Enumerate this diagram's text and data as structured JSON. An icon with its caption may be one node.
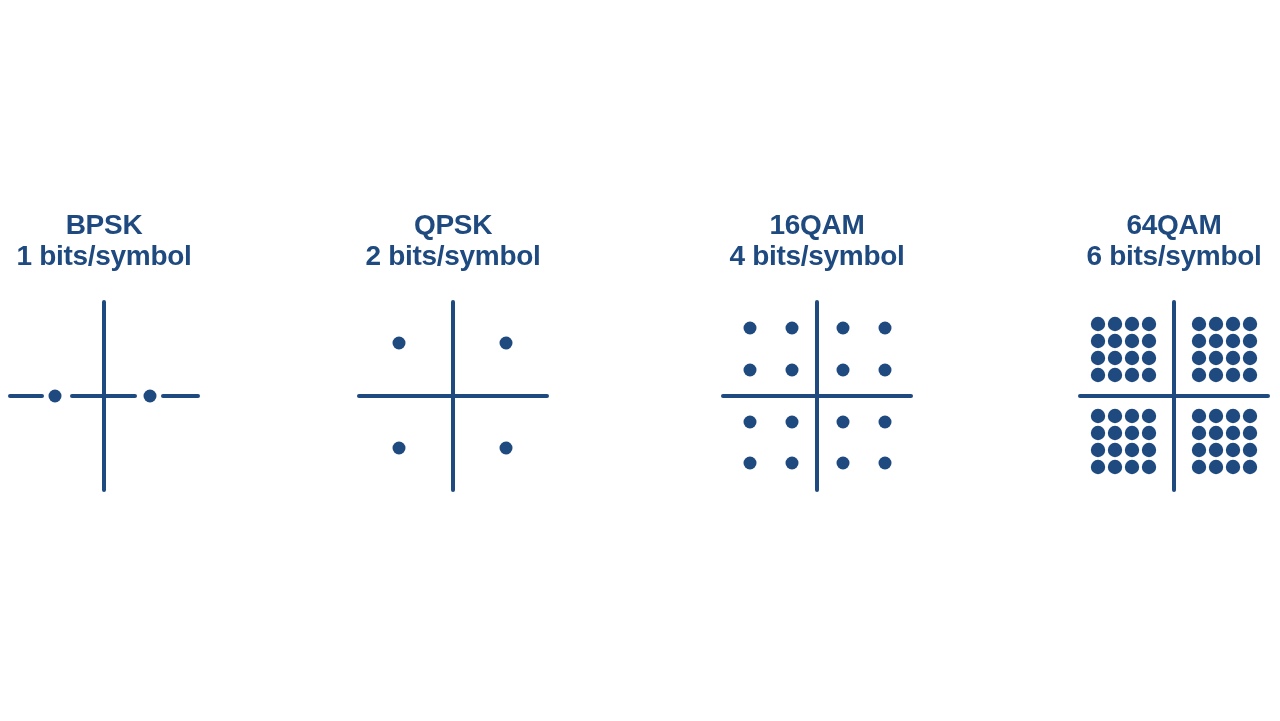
{
  "diagram": {
    "labels": [
      "BPSK",
      "1 bits/symbol",
      "QPSK",
      "2 bits/symbol",
      "16QAM",
      "4 bits/symbol",
      "64QAM",
      "6 bits/symbol"
    ]
  }
}
